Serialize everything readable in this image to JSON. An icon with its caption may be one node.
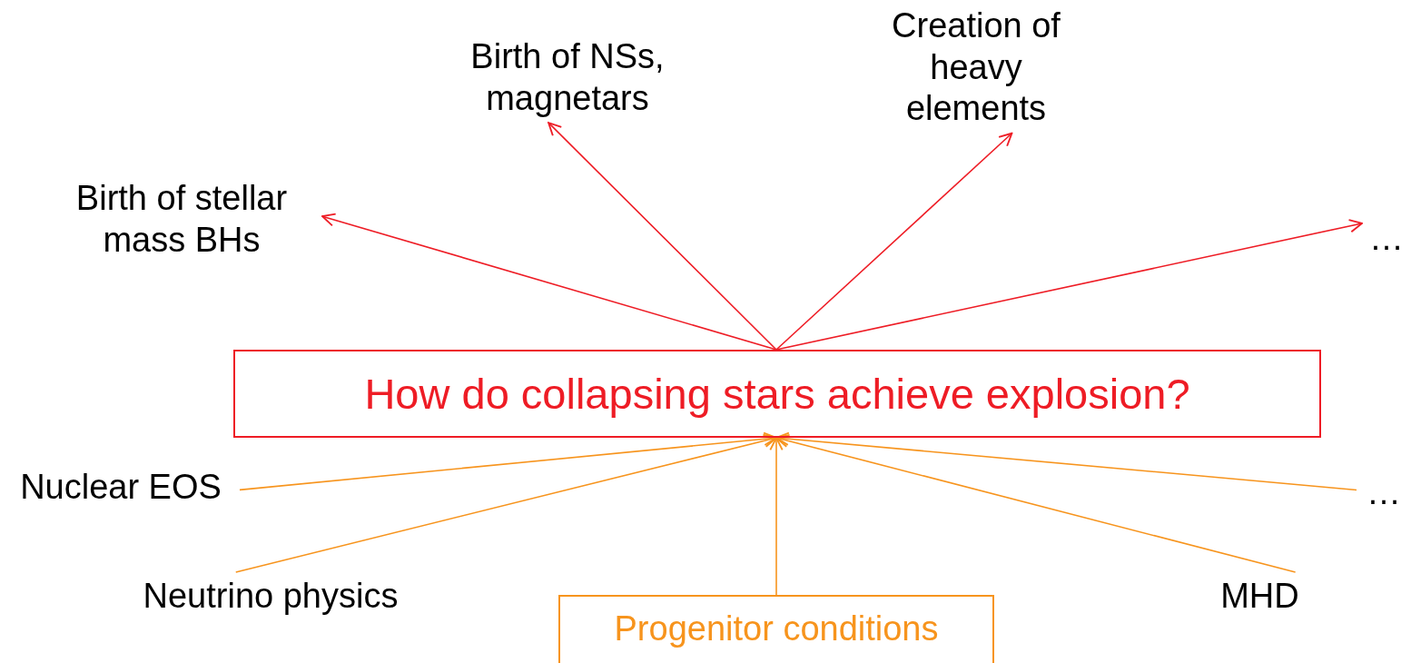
{
  "diagram": {
    "nodes": [
      {
        "text": [
          "How do collapsing stars achieve explosion?"
        ]
      },
      {
        "text": [
          "Birth of stellar mass BHs"
        ]
      },
      {
        "text": [
          "Birth of NSs, magnetars"
        ]
      },
      {
        "text": [
          "Creation of heavy elements"
        ]
      },
      {
        "text": [
          "…"
        ]
      },
      {
        "text": [
          "Nuclear EOS"
        ]
      },
      {
        "text": [
          "Neutrino physics"
        ]
      },
      {
        "text": [
          "Progenitor conditions"
        ]
      },
      {
        "text": [
          "MHD"
        ]
      },
      {
        "text": [
          "…"
        ]
      }
    ],
    "edges": [
      {
        "from": 0,
        "to": 1,
        "arrow": "to",
        "color": "#ee1c25"
      },
      {
        "from": 0,
        "to": 2,
        "arrow": "to",
        "color": "#ee1c25"
      },
      {
        "from": 0,
        "to": 3,
        "arrow": "to",
        "color": "#ee1c25"
      },
      {
        "from": 0,
        "to": 4,
        "arrow": "to",
        "color": "#ee1c25"
      },
      {
        "from": 5,
        "to": 0,
        "arrow": "to"
      },
      {
        "from": 6,
        "to": 0,
        "arrow": "to"
      },
      {
        "from": 7,
        "to": 0,
        "arrow": "to"
      },
      {
        "from": 8,
        "to": 0,
        "arrow": "to"
      },
      {
        "from": 9,
        "to": 0,
        "arrow": "to"
      }
    ]
  }
}
